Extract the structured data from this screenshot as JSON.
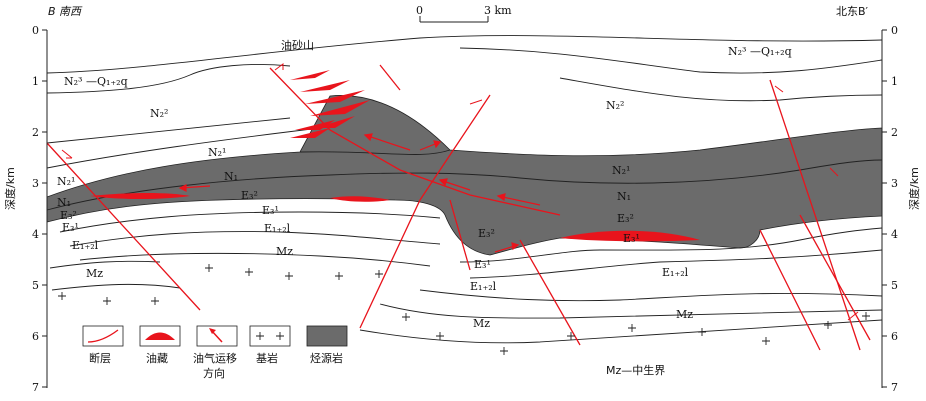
{
  "section": {
    "left_end": "B 南西",
    "right_end": "北东B′"
  },
  "scale_bar": {
    "start": "0",
    "end": "3 km"
  },
  "depth_axis": {
    "label": "深度/km",
    "ticks": [
      "0",
      "1",
      "2",
      "3",
      "4",
      "5",
      "6",
      "7"
    ]
  },
  "place_name": "油砂山",
  "strata": {
    "n23q": "N₂³ —Q₁₊₂q",
    "n22": "N₂²",
    "n21": "N₂¹",
    "n1": "N₁",
    "e32": "E₃²",
    "e31": "E₃¹",
    "e12l": "E₁₊₂l",
    "mz": "Mz"
  },
  "legend": {
    "fault": "断层",
    "reservoir": "油藏",
    "migration_1": "油气运移",
    "migration_2": "方向",
    "bedrock": "基岩",
    "source_rock": "烃源岩"
  },
  "mz_note": "Mz—中生界",
  "colors": {
    "fault": "#e8141c",
    "source_rock": "#6b6b6b",
    "line": "#222222"
  }
}
